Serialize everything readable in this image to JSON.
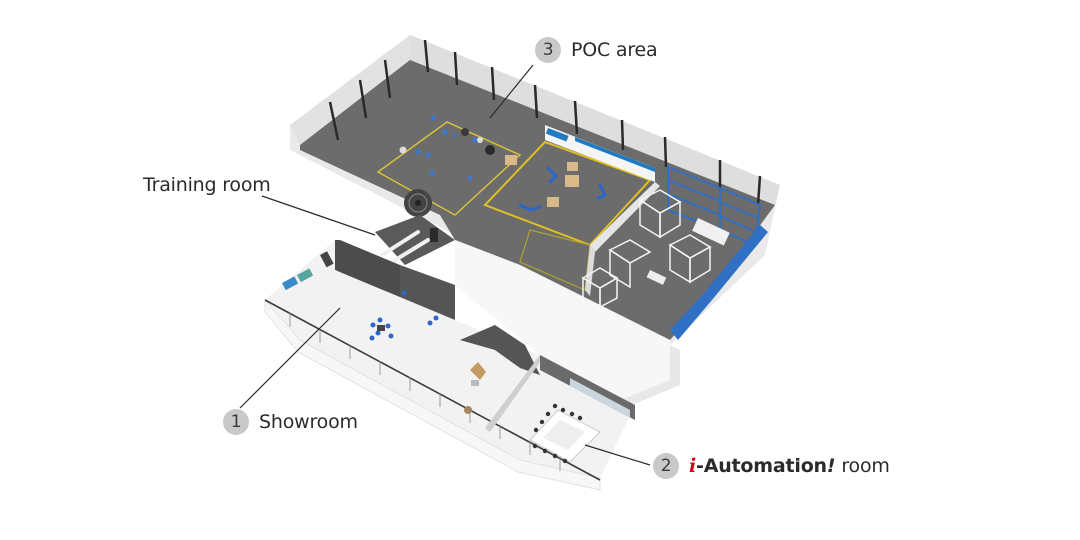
{
  "diagram": {
    "type": "isometric-floor-plan",
    "areas": [
      {
        "id": "showroom",
        "number": "1",
        "label": "Showroom"
      },
      {
        "id": "i-automation-room",
        "number": "2",
        "label_prefix": "i",
        "label_brand": "-Automation",
        "label_bang": "!",
        "label_suffix": "room"
      },
      {
        "id": "poc-area",
        "number": "3",
        "label": "POC area"
      },
      {
        "id": "training-room",
        "number": "",
        "label": "Training room"
      }
    ],
    "labels": {
      "poc_number": "3",
      "poc_text": "POC area",
      "training_text": "Training room",
      "showroom_number": "1",
      "showroom_text": "Showroom",
      "iauto_number": "2",
      "iauto_i": "i",
      "iauto_brand": "-Automation",
      "iauto_bang": "!",
      "iauto_suffix": "room"
    },
    "colors": {
      "background": "#ffffff",
      "poc_floor": "#6e6e6e",
      "showroom_floor": "#f2f2f2",
      "walls": "#e4e4e4",
      "wall_posts": "#2a2a2a",
      "racks_blue": "#2f6fc4",
      "safety_line_yellow": "#d8c23a",
      "badge_gray": "#c9c9c9",
      "brand_red": "#d0021b",
      "omron_sign_blue": "#1f7ac4"
    }
  }
}
